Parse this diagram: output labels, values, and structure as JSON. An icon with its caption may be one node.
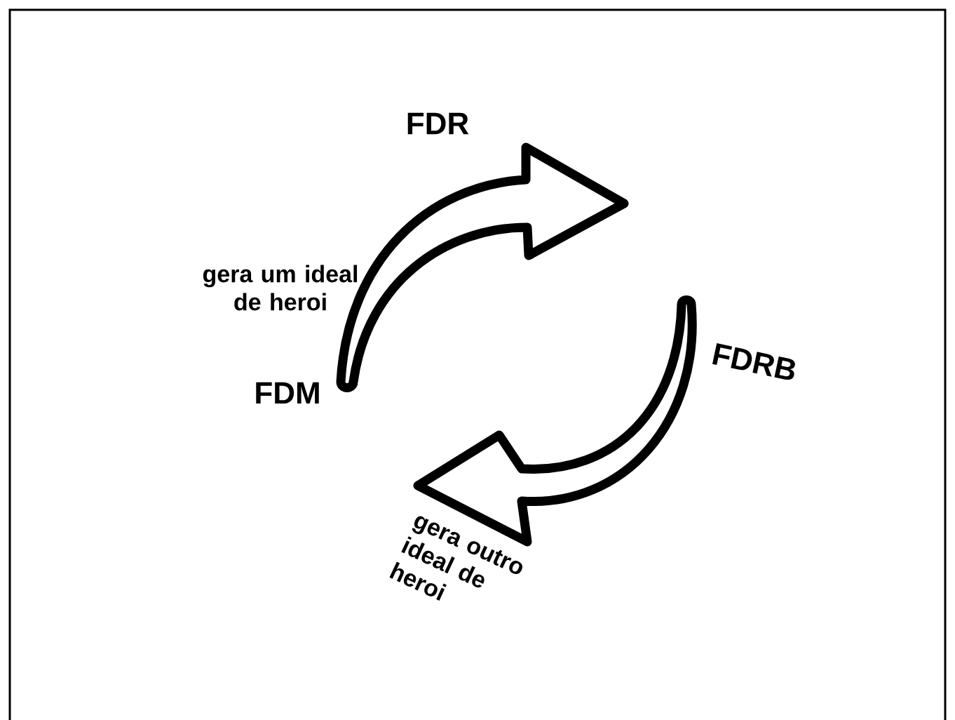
{
  "diagram": {
    "nodes": [
      {
        "text": [
          "FDM"
        ]
      },
      {
        "text": [
          "FDRB"
        ]
      }
    ],
    "edges": [
      {
        "from": 0,
        "to": null,
        "arrow": "to"
      },
      {
        "from": 1,
        "to": null,
        "arrow": "to",
        "label": "gera outro ideal de heroi"
      }
    ],
    "labels": [
      "FDR",
      "gera um ideal de heroi"
    ]
  }
}
